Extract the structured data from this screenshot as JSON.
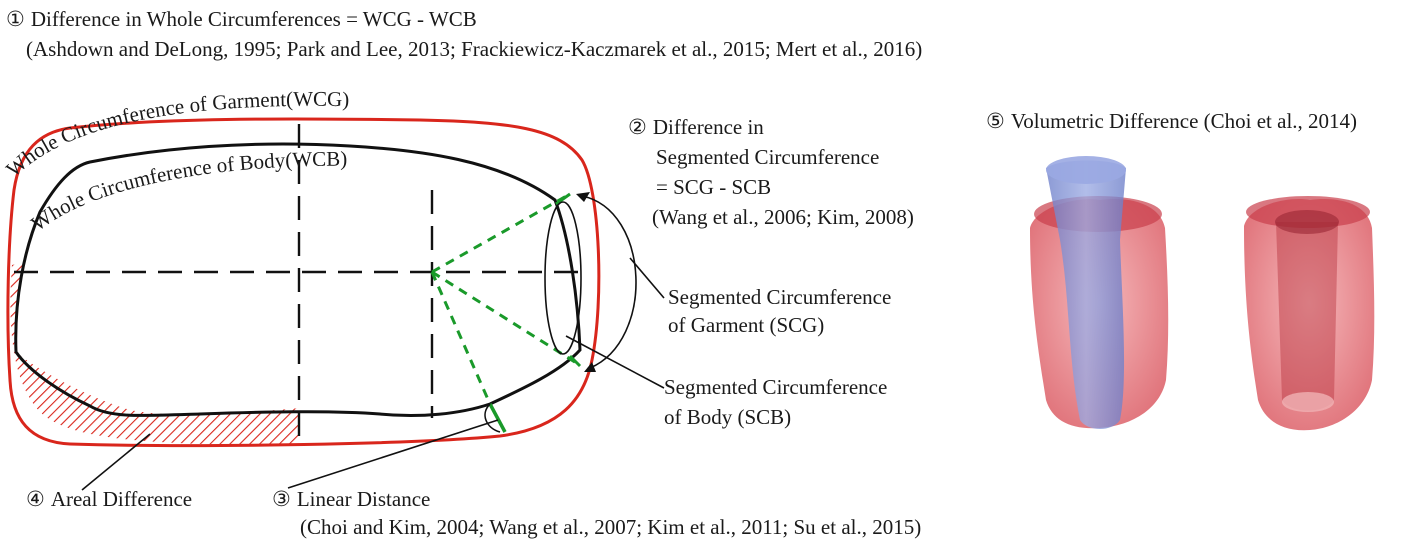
{
  "heading1": {
    "number": "①",
    "title": "Difference in Whole Circumferences = WCG - WCB",
    "refs": "(Ashdown and DeLong, 1995; Park and Lee, 2013; Frackiewicz-Kaczmarek et al., 2015; Mert et al., 2016)"
  },
  "wcg_label": "Whole Circumference of Garment(WCG)",
  "wcb_label": "Whole Circumference of Body(WCB)",
  "segmented": {
    "number": "②",
    "line1": "Difference in",
    "line2": "Segmented Circumference",
    "line3": "= SCG - SCB",
    "refs": "(Wang et al., 2006; Kim, 2008)"
  },
  "scg": {
    "line1": "Segmented Circumference",
    "line2": "of Garment (SCG)"
  },
  "scb": {
    "line1": "Segmented Circumference",
    "line2": "of Body (SCB)"
  },
  "areal": {
    "number": "④",
    "label": "Areal Difference"
  },
  "linear": {
    "number": "③",
    "label": "Linear Distance",
    "refs": "(Choi and Kim, 2004; Wang et al., 2007; Kim et al., 2011; Su et al., 2015)"
  },
  "volumetric": {
    "number": "⑤",
    "label": "Volumetric Difference (Choi et al., 2014)"
  },
  "colors": {
    "garment": "#d9261c",
    "body": "#111111",
    "segment": "#1a9a2a",
    "hatch": "#d9261c",
    "volume_red": "#e46d74",
    "volume_blue": "#7f8fd2"
  }
}
